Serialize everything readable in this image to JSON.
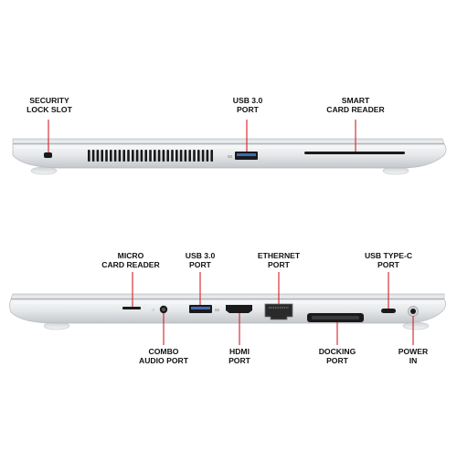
{
  "colors": {
    "leader_line": "#d31f26",
    "chassis_light": "#eceef0",
    "chassis_dark": "#b9bdc2",
    "port_black": "#1a1a1a"
  },
  "side_one": {
    "labels": [
      {
        "id": "security-lock-slot",
        "lines": [
          "SECURITY",
          "LOCK SLOT"
        ]
      },
      {
        "id": "usb-3-0-port",
        "lines": [
          "USB 3.0",
          "PORT"
        ]
      },
      {
        "id": "smart-card-reader",
        "lines": [
          "SMART",
          "CARD READER"
        ]
      }
    ]
  },
  "side_two": {
    "top_labels": [
      {
        "id": "micro-card-reader",
        "lines": [
          "MICRO",
          "CARD READER"
        ]
      },
      {
        "id": "usb-3-0-port",
        "lines": [
          "USB 3.0",
          "PORT"
        ]
      },
      {
        "id": "ethernet-port",
        "lines": [
          "ETHERNET",
          "PORT"
        ]
      },
      {
        "id": "usb-type-c-port",
        "lines": [
          "USB TYPE-C",
          "PORT"
        ]
      }
    ],
    "bottom_labels": [
      {
        "id": "combo-audio-port",
        "lines": [
          "COMBO",
          "AUDIO PORT"
        ]
      },
      {
        "id": "hdmi-port",
        "lines": [
          "HDMI",
          "PORT"
        ]
      },
      {
        "id": "docking-port",
        "lines": [
          "DOCKING",
          "PORT"
        ]
      },
      {
        "id": "power-in",
        "lines": [
          "POWER",
          "IN"
        ]
      }
    ]
  }
}
